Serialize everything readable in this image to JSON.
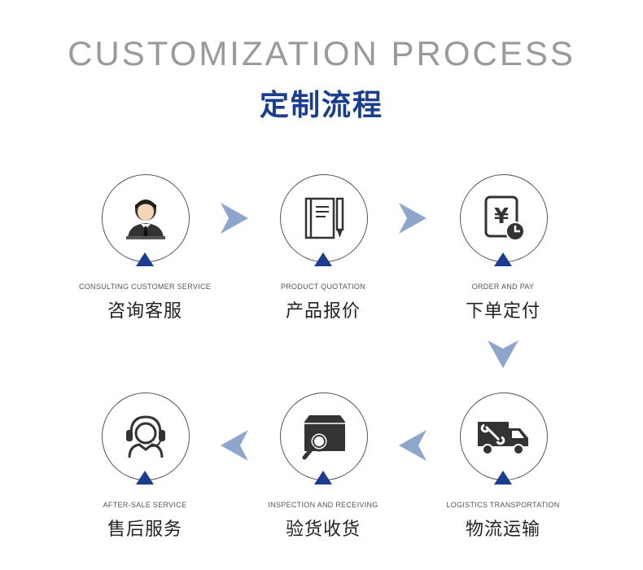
{
  "header": {
    "title_en": "CUSTOMIZATION PROCESS",
    "title_cn": "定制流程"
  },
  "colors": {
    "accent_blue": "#1b3d8f",
    "arrow_blue": "#8ea6cc",
    "title_gray": "#9a9a9a"
  },
  "steps": [
    {
      "en": "CONSULTING CUSTOMER SERVICE",
      "cn": "咨询客服",
      "icon": "customer-service-person-icon"
    },
    {
      "en": "PRODUCT QUOTATION",
      "cn": "产品报价",
      "icon": "document-pen-icon"
    },
    {
      "en": "ORDER AND PAY",
      "cn": "下单定付",
      "icon": "yuan-payment-icon"
    },
    {
      "en": "LOGISTICS TRANSPORTATION",
      "cn": "物流运输",
      "icon": "truck-icon"
    },
    {
      "en": "INSPECTION AND RECEIVING",
      "cn": "验货收货",
      "icon": "box-magnifier-icon"
    },
    {
      "en": "AFTER-SALE SERVICE",
      "cn": "售后服务",
      "icon": "headset-icon"
    }
  ]
}
